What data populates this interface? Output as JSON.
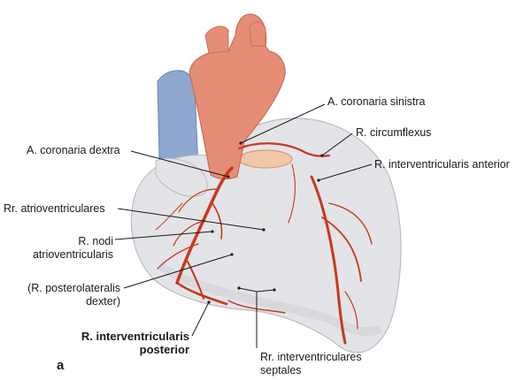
{
  "figure_letter": "a",
  "labels": {
    "coronaria_sinistra": "A. coronaria sinistra",
    "circumflexus": "R. circumflexus",
    "interventricularis_anterior": "R. interventricularis anterior",
    "coronaria_dextra": "A. coronaria dextra",
    "atrioventriculares": "Rr. atrioventriculares",
    "nodi_line1": "R. nodi",
    "nodi_line2": "atrioventricularis",
    "posterolateralis_line1": "(R. posterolateralis",
    "posterolateralis_line2": "dexter)",
    "interventricularis_posterior_line1": "R. interventricularis",
    "interventricularis_posterior_line2": "posterior",
    "septales_line1": "Rr. interventriculares",
    "septales_line2": "septales"
  },
  "colors": {
    "heart_surface": "#e3e4e7",
    "heart_outline": "#b9bcc2",
    "aorta": "#e58d76",
    "vena_cava": "#8fa6cf",
    "artery": "#c8381f",
    "leader": "#1a1a1a"
  }
}
